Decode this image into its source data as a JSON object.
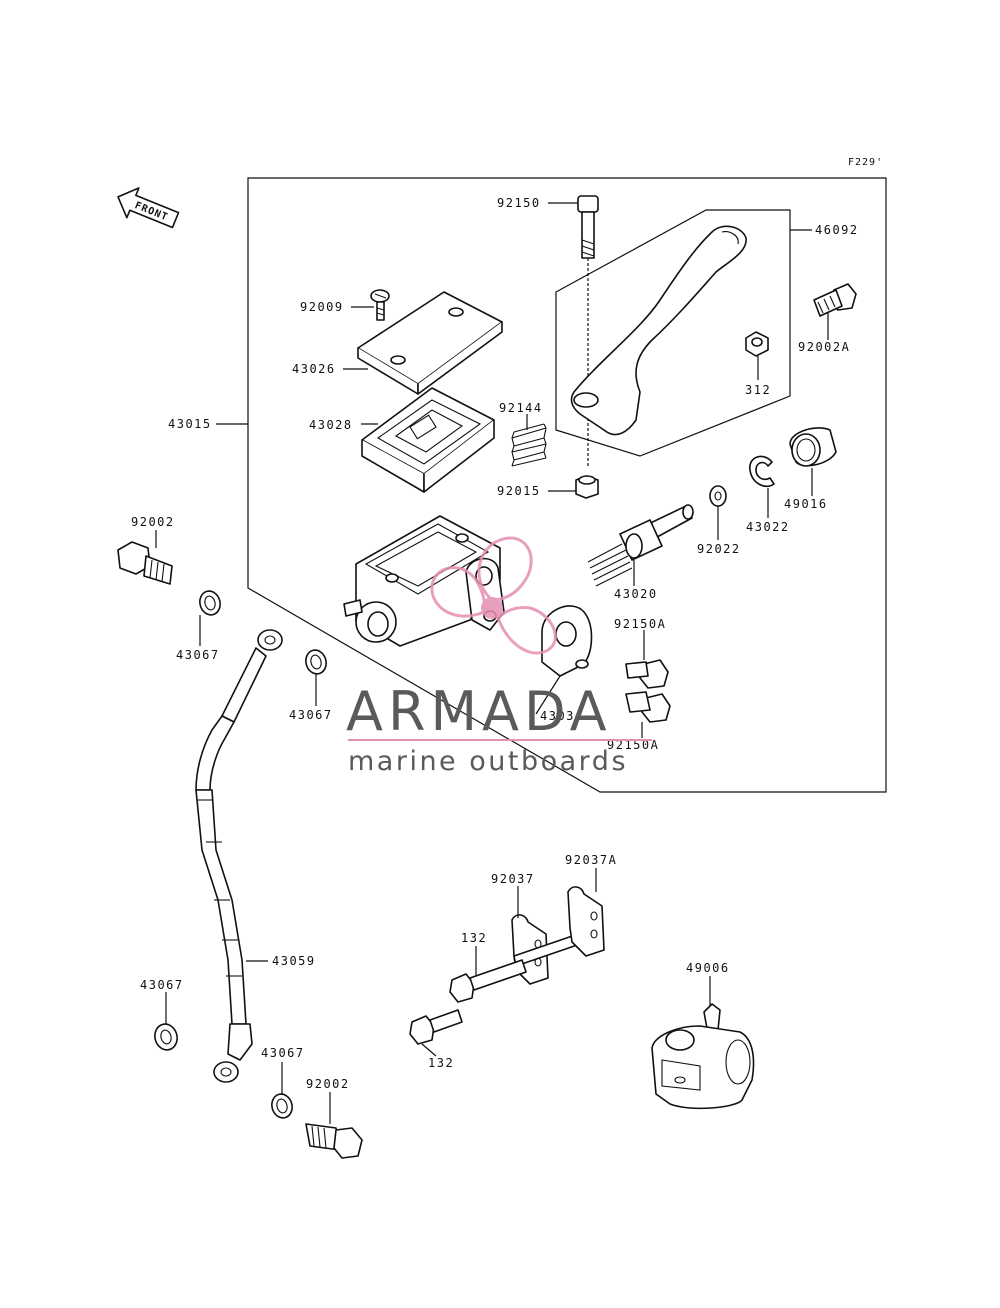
{
  "diagram_code": "F229'",
  "front_label": "FRONT",
  "watermark": {
    "brand": "ARMADA",
    "tagline": "marine outboards",
    "accent_color": "#e58fb3",
    "text_color": "#5a5a5a"
  },
  "parts": {
    "p92150": "92150",
    "p46092": "46092",
    "p92009": "92009",
    "p92002A": "92002A",
    "p43026": "43026",
    "p312": "312",
    "p43015": "43015",
    "p43028": "43028",
    "p92144": "92144",
    "p92015": "92015",
    "p49016": "49016",
    "p43022": "43022",
    "p92022": "92022",
    "p92002_top": "92002",
    "p43020": "43020",
    "p92150A_top": "92150A",
    "p43067_a": "43067",
    "p43067_b": "43067",
    "p43034": "43034",
    "p92150A_bot": "92150A",
    "p92037A": "92037A",
    "p92037": "92037",
    "p132_top": "132",
    "p43059": "43059",
    "p49006": "49006",
    "p43067_c": "43067",
    "p43067_d": "43067",
    "p92002_bot": "92002",
    "p132_bot": "132"
  }
}
